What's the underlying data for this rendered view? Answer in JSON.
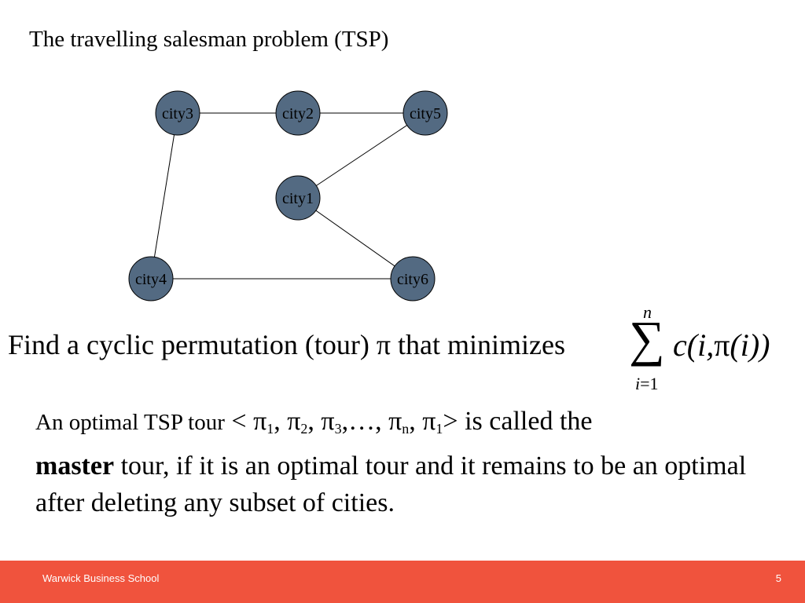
{
  "title": "The travelling salesman problem (TSP)",
  "graph": {
    "node_color": "#536a82",
    "nodes": [
      "city3",
      "city2",
      "city5",
      "city1",
      "city4",
      "city6"
    ],
    "edges": [
      [
        "city3",
        "city2"
      ],
      [
        "city2",
        "city5"
      ],
      [
        "city5",
        "city1"
      ],
      [
        "city1",
        "city6"
      ],
      [
        "city6",
        "city4"
      ],
      [
        "city4",
        "city3"
      ]
    ]
  },
  "formula": {
    "text": "Find a cyclic permutation (tour) π that minimizes",
    "sum_upper": "n",
    "sum_sign": "∑",
    "sum_lower_var": "i",
    "sum_lower_rest": "=1",
    "sum_body_1": "c(i,",
    "sum_body_pi": "π",
    "sum_body_2": "(i))"
  },
  "paragraph": {
    "lead": "An optimal TSP tour",
    "tuple_open": " < π",
    "s1": "1",
    "p2": ", π",
    "s2": "2",
    "p3": ", π",
    "s3": "3",
    "p4": ",…, π",
    "sn": "n",
    "p5": ", π",
    "s1b": "1",
    "tuple_close": "> is called the",
    "bold": "master",
    "rest": " tour, if it is an optimal tour and it remains to be an optimal after deleting any subset of cities."
  },
  "footer": {
    "school": "Warwick Business School",
    "page": "5",
    "color": "#f0533d"
  }
}
